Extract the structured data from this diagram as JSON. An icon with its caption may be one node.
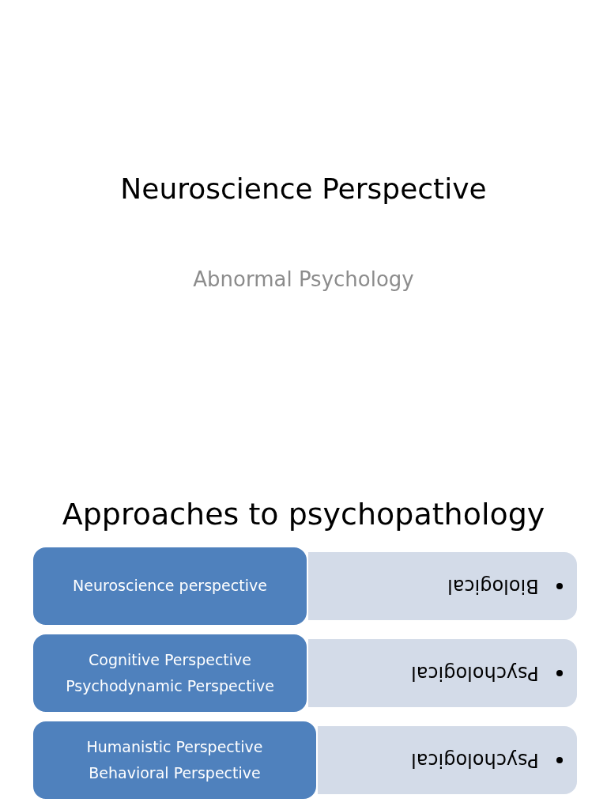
{
  "diagram": {
    "title": "Neuroscience Perspective",
    "nodes": [
      {
        "text": [
          "Neuroscience perspective"
        ]
      },
      {
        "text": [
          "Biological"
        ]
      },
      {
        "text": [
          "Cognitive Perspective Psychodynamic Perspective"
        ]
      },
      {
        "text": [
          "Psychological"
        ]
      },
      {
        "text": [
          "Humanistic Perspective Behavioral Perspective"
        ]
      },
      {
        "text": [
          "Psychological"
        ]
      }
    ],
    "labels": [
      "Abnormal Psychology",
      "Approaches to psychopathology"
    ]
  }
}
